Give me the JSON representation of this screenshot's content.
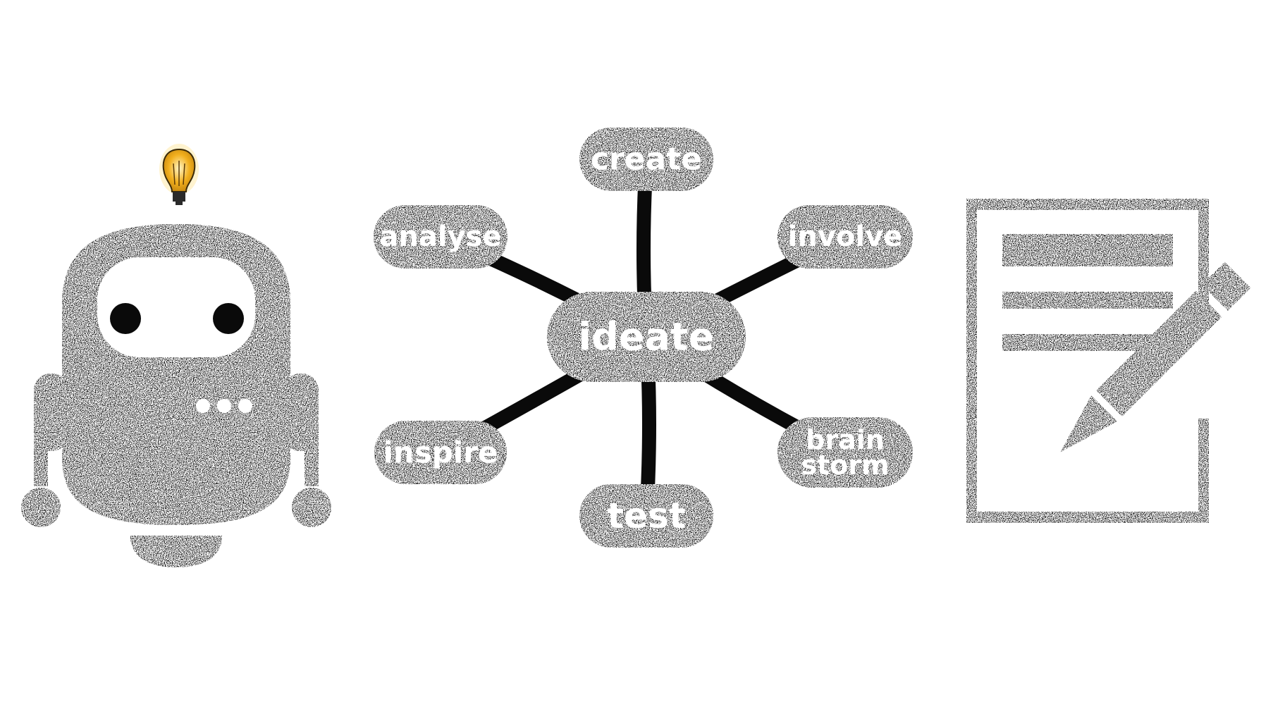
{
  "colors": {
    "background": "#ffffff",
    "ink": "#0a0a0a",
    "label": "#ffffff",
    "bulb": "#f2b01e",
    "bulb_glow": "#ffe9a8"
  },
  "icons": {
    "robot": "robot-icon",
    "bulb": "lightbulb-icon",
    "document": "document-edit-icon",
    "pencil": "pencil-icon"
  },
  "mindmap": {
    "center": "ideate",
    "nodes": [
      {
        "id": "create",
        "lines": [
          "create"
        ]
      },
      {
        "id": "involve",
        "lines": [
          "involve"
        ]
      },
      {
        "id": "brainstorm",
        "lines": [
          "brain",
          "storm"
        ]
      },
      {
        "id": "test",
        "lines": [
          "test"
        ]
      },
      {
        "id": "inspire",
        "lines": [
          "inspire"
        ]
      },
      {
        "id": "analyse",
        "lines": [
          "analyse"
        ]
      }
    ]
  }
}
